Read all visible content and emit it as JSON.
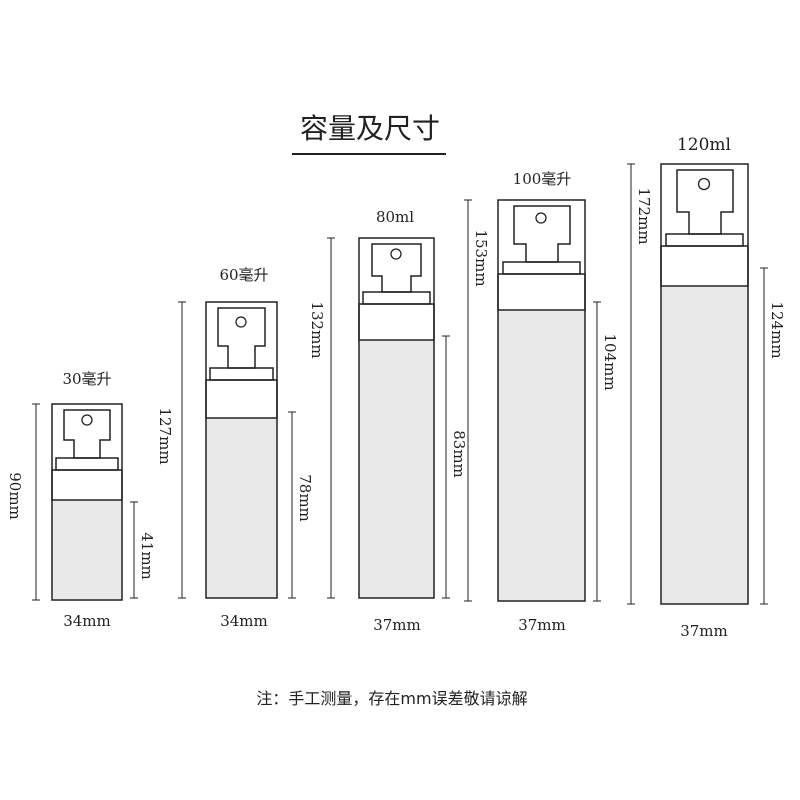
{
  "title": "容量及尺寸",
  "bottles": [
    {
      "capacity": "30毫升",
      "height": "90mm",
      "body_height": "41mm",
      "width": "34mm"
    },
    {
      "capacity": "60毫升",
      "height": "127mm",
      "body_height": "78mm",
      "width": "34mm"
    },
    {
      "capacity": "80ml",
      "height": "132mm",
      "body_height": "83mm",
      "width": "37mm"
    },
    {
      "capacity": "100毫升",
      "height": "153mm",
      "body_height": "104mm",
      "width": "37mm"
    },
    {
      "capacity": "120ml",
      "height": "172mm",
      "body_height": "124mm",
      "width": "37mm"
    }
  ],
  "footnote": "注：手工测量，存在mm误差敬请谅解",
  "colors": {
    "line": "#222222",
    "liquid": "#e9e9e9"
  }
}
